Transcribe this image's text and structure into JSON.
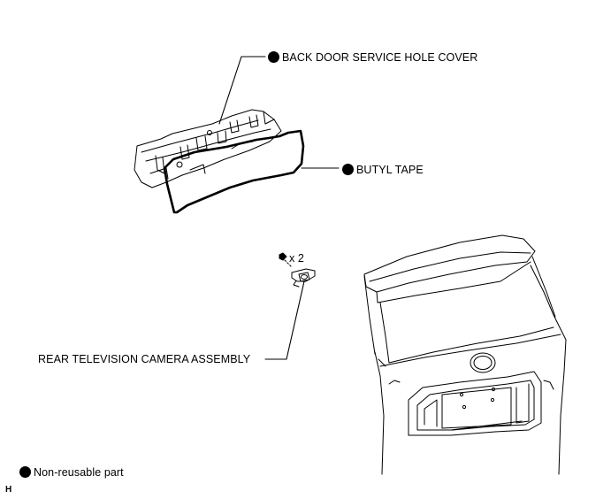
{
  "callouts": {
    "back_door_service_hole_cover": "BACK DOOR SERVICE HOLE COVER",
    "butyl_tape": "BUTYL TAPE",
    "bolt_quantity": "x 2",
    "rear_television_camera_assembly": "REAR TELEVISION CAMERA ASSEMBLY"
  },
  "legend": {
    "non_reusable": "Non-reusable part"
  },
  "figure_code": "H"
}
